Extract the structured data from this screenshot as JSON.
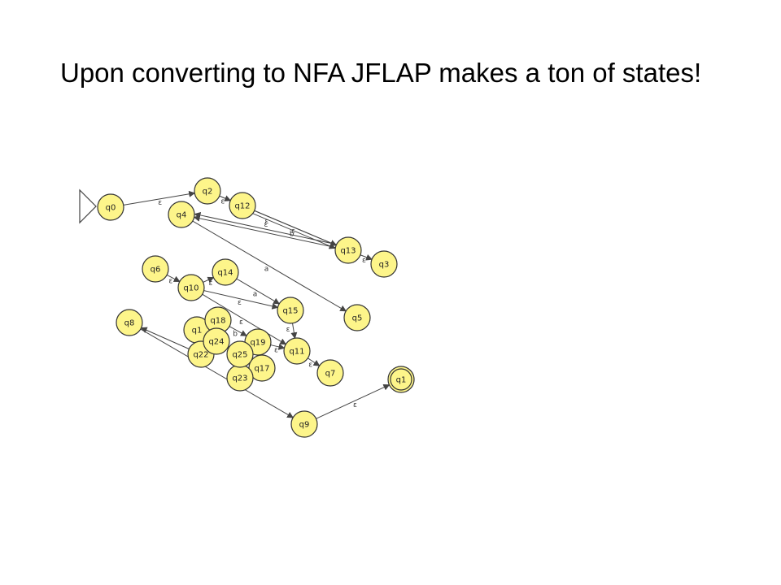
{
  "slide": {
    "title": "Upon converting to NFA JFLAP makes a ton of states!"
  },
  "diagram": {
    "state_fill": "#fdf58a",
    "start_state": "q0",
    "final_state": "q1",
    "states": [
      "q0",
      "q1",
      "q2",
      "q3",
      "q4",
      "q5",
      "q6",
      "q7",
      "q8",
      "q9",
      "q10",
      "q11",
      "q12",
      "q13",
      "q14",
      "q15",
      "q16",
      "q17",
      "q18",
      "q19",
      "q22",
      "q23",
      "q24",
      "q25"
    ],
    "state_labels": {
      "q16": "q1"
    },
    "transitions": [
      {
        "from": "q0",
        "to": "q2",
        "label": "ε"
      },
      {
        "from": "q2",
        "to": "q12",
        "label": "ε"
      },
      {
        "from": "q12",
        "to": "q13",
        "label": "ε"
      },
      {
        "from": "q12",
        "to": "q13",
        "label": "b"
      },
      {
        "from": "q2",
        "to": "q13",
        "label": ""
      },
      {
        "from": "q13",
        "to": "q3",
        "label": "ε"
      },
      {
        "from": "q13",
        "to": "q4",
        "label": "ε"
      },
      {
        "from": "q13",
        "to": "q4",
        "label": "ε"
      },
      {
        "from": "q4",
        "to": "q5",
        "label": "a"
      },
      {
        "from": "q6",
        "to": "q10",
        "label": "ε"
      },
      {
        "from": "q10",
        "to": "q14",
        "label": "ε"
      },
      {
        "from": "q14",
        "to": "q15",
        "label": "a"
      },
      {
        "from": "q10",
        "to": "q15",
        "label": "ε"
      },
      {
        "from": "q10",
        "to": "q11",
        "label": "ε"
      },
      {
        "from": "q15",
        "to": "q11",
        "label": "ε"
      },
      {
        "from": "q18",
        "to": "q19",
        "label": "b"
      },
      {
        "from": "q19",
        "to": "q11",
        "label": "ε"
      },
      {
        "from": "q11",
        "to": "q7",
        "label": "ε"
      },
      {
        "from": "q22",
        "to": "q8",
        "label": ""
      },
      {
        "from": "q8",
        "to": "q9",
        "label": ""
      },
      {
        "from": "q9",
        "to": "q1",
        "label": "ε"
      }
    ]
  }
}
